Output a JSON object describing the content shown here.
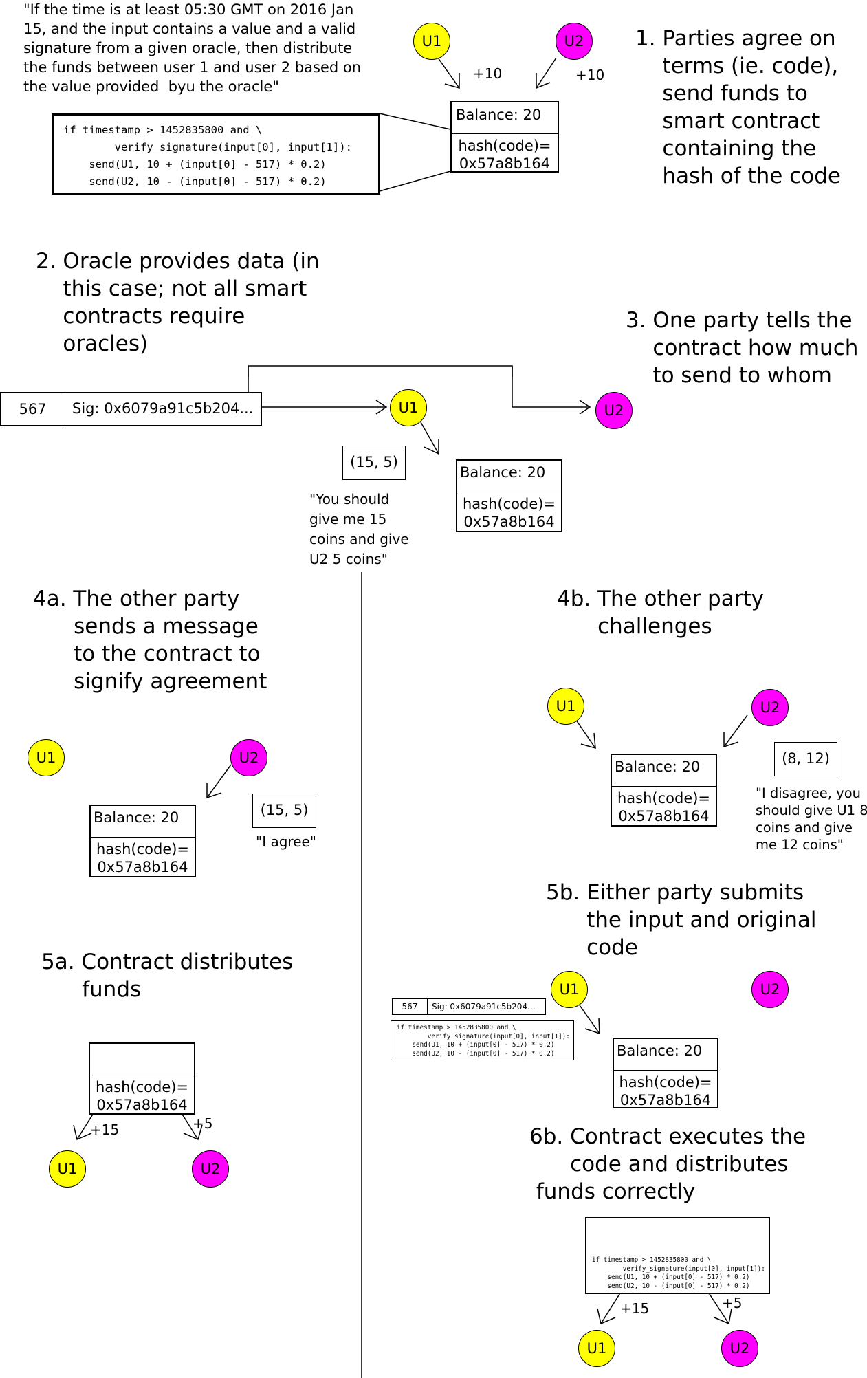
{
  "colors": {
    "u1": "#ffff00",
    "u2": "#ff00ff"
  },
  "users": {
    "u1": "U1",
    "u2": "U2"
  },
  "condition_quote": "\"If the time is at least 05:30 GMT on 2016 Jan\n15, and the input contains a value and a valid\nsignature from a given oracle, then distribute\nthe funds between user 1 and user 2 based on\nthe value provided  byu the oracle\"",
  "code": "if timestamp > 1452835800 and \\\n        verify_signature(input[0], input[1]):\n    send(U1, 10 + (input[0] - 517) * 0.2)\n    send(U2, 10 - (input[0] - 517) * 0.2)",
  "contract": {
    "balance": "Balance: 20",
    "hash": "hash(code)=\n0x57a8b164"
  },
  "oracle": {
    "value": "567",
    "sig": "Sig: 0x6079a91c5b204..."
  },
  "steps": {
    "s1": "1. Parties agree on\n    terms (ie. code),\n    send funds to\n    smart contract\n    containing the\n    hash of the code",
    "s2": "2. Oracle provides data (in\n    this case; not all smart\n    contracts require\n    oracles)",
    "s3": "3. One party tells the\n    contract how much\n    to send to whom",
    "s4a": "4a. The other party\n      sends a message\n      to the contract to\n      signify agreement",
    "s4b": "4b. The other party\n      challenges",
    "s5a": "5a. Contract distributes\n      funds",
    "s5b": "5b. Either party submits\n      the input and original\n      code",
    "s6b": "6b. Contract executes the\n      code and distributes\n funds correctly"
  },
  "amounts": {
    "plus10": "+10",
    "plus15": "+15",
    "plus5": "+5"
  },
  "messages": {
    "m3": "(15, 5)",
    "m3_quote": "\"You should\ngive me 15\ncoins and give\nU2 5 coins\"",
    "m4a": "(15, 5)",
    "m4a_quote": "\"I agree\"",
    "m4b": "(8, 12)",
    "m4b_quote": "\"I disagree, you\nshould give U1 8\ncoins and give\nme 12 coins\""
  }
}
